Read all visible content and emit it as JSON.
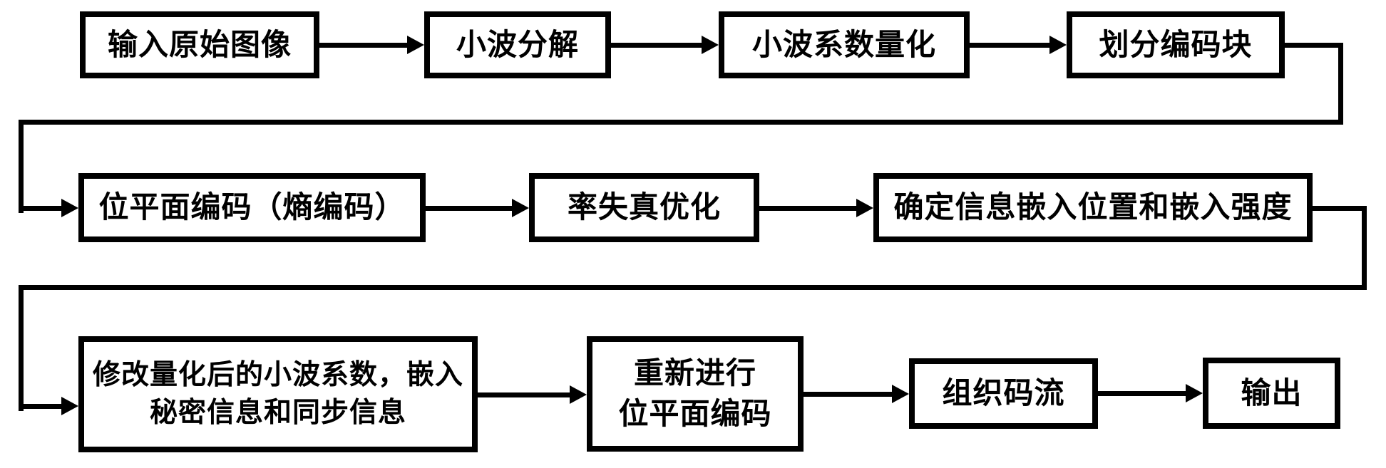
{
  "diagram": {
    "description": "flowchart",
    "colors": {
      "line": "#000000",
      "background": "#ffffff",
      "text": "#000000"
    },
    "nodes": [
      {
        "id": "input-original-image",
        "lines": [
          "输入原始图像"
        ]
      },
      {
        "id": "wavelet-decomposition",
        "lines": [
          "小波分解"
        ]
      },
      {
        "id": "wavelet-coefficient-quantization",
        "lines": [
          "小波系数量化"
        ]
      },
      {
        "id": "partition-code-blocks",
        "lines": [
          "划分编码块"
        ]
      },
      {
        "id": "bitplane-entropy-coding",
        "lines": [
          "位平面编码（熵编码）"
        ]
      },
      {
        "id": "rate-distortion-optimization",
        "lines": [
          "率失真优化"
        ]
      },
      {
        "id": "determine-embedding-position-strength",
        "lines": [
          "确定信息嵌入位置和嵌入强度"
        ]
      },
      {
        "id": "modify-quantized-coefficients-embed",
        "lines": [
          "修改量化后的小波系数，嵌入",
          "秘密信息和同步信息"
        ]
      },
      {
        "id": "redo-bitplane-coding",
        "lines": [
          "重新进行",
          "位平面编码"
        ]
      },
      {
        "id": "organize-bitstream",
        "lines": [
          "组织码流"
        ]
      },
      {
        "id": "output",
        "lines": [
          "输出"
        ]
      }
    ],
    "edges": [
      {
        "from": "input-original-image",
        "to": "wavelet-decomposition"
      },
      {
        "from": "wavelet-decomposition",
        "to": "wavelet-coefficient-quantization"
      },
      {
        "from": "wavelet-coefficient-quantization",
        "to": "partition-code-blocks"
      },
      {
        "from": "partition-code-blocks",
        "to": "bitplane-entropy-coding"
      },
      {
        "from": "bitplane-entropy-coding",
        "to": "rate-distortion-optimization"
      },
      {
        "from": "rate-distortion-optimization",
        "to": "determine-embedding-position-strength"
      },
      {
        "from": "determine-embedding-position-strength",
        "to": "modify-quantized-coefficients-embed"
      },
      {
        "from": "modify-quantized-coefficients-embed",
        "to": "redo-bitplane-coding"
      },
      {
        "from": "redo-bitplane-coding",
        "to": "organize-bitstream"
      },
      {
        "from": "organize-bitstream",
        "to": "output"
      }
    ]
  }
}
